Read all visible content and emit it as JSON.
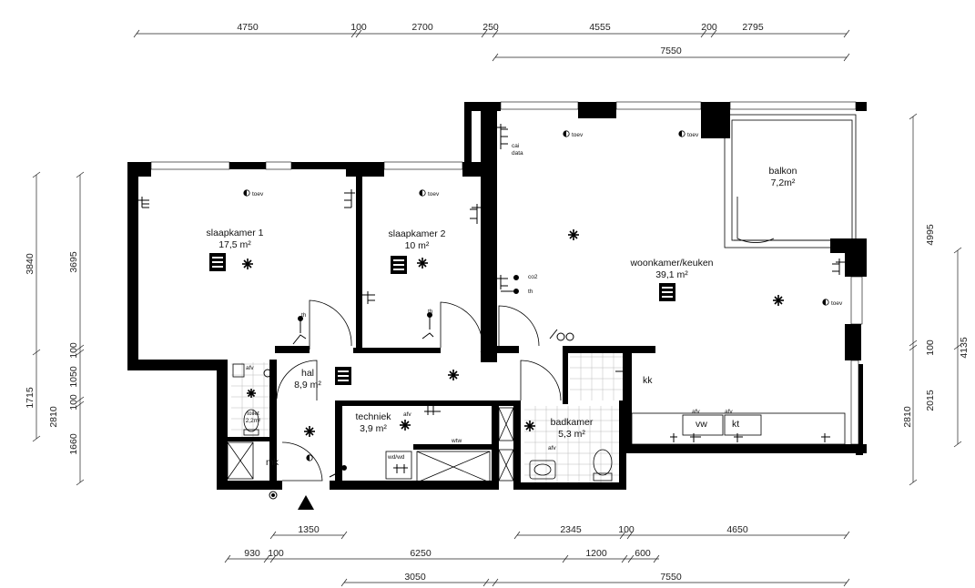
{
  "dimensions": {
    "top_row1": [
      "4750",
      "100",
      "2700",
      "250",
      "4555",
      "200",
      "2795"
    ],
    "top_row2": [
      "7550"
    ],
    "bottom_row1": [
      "1350",
      "2345",
      "100",
      "4650"
    ],
    "bottom_row2": [
      "930",
      "100",
      "6250",
      "1200",
      "600"
    ],
    "bottom_row3": [
      "3050",
      "7550"
    ],
    "left_outer": [
      "3840",
      "1715"
    ],
    "left_inner": [
      "3695",
      "100",
      "1050",
      "100",
      "2810",
      "1660"
    ],
    "right_inner": [
      "4995",
      "100",
      "2810"
    ],
    "right_outer": [
      "4135",
      "2015"
    ]
  },
  "rooms": {
    "slaapkamer1": {
      "name": "slaapkamer 1",
      "area": "17,5 m²"
    },
    "slaapkamer2": {
      "name": "slaapkamer 2",
      "area": "10 m²"
    },
    "woonkamer": {
      "name": "woonkamer/keuken",
      "area": "39,1 m²"
    },
    "balkon": {
      "name": "balkon",
      "area": "7,2m²"
    },
    "hal": {
      "name": "hal",
      "area": "8,9 m²"
    },
    "techniek": {
      "name": "techniek",
      "area": "3,9 m²"
    },
    "badkamer": {
      "name": "badkamer",
      "area": "5,3 m²"
    },
    "toilet": {
      "name": "toilet",
      "area": "2,2m²"
    }
  },
  "symbols": {
    "toev": "toev",
    "cai": "cai",
    "data": "data",
    "co2": "co2",
    "th": "th",
    "afv": "afv",
    "kk": "kk",
    "vw": "vw",
    "kt": "kt",
    "mk": "mk",
    "wdwd": "wd/wd",
    "wtw": "wtw"
  }
}
